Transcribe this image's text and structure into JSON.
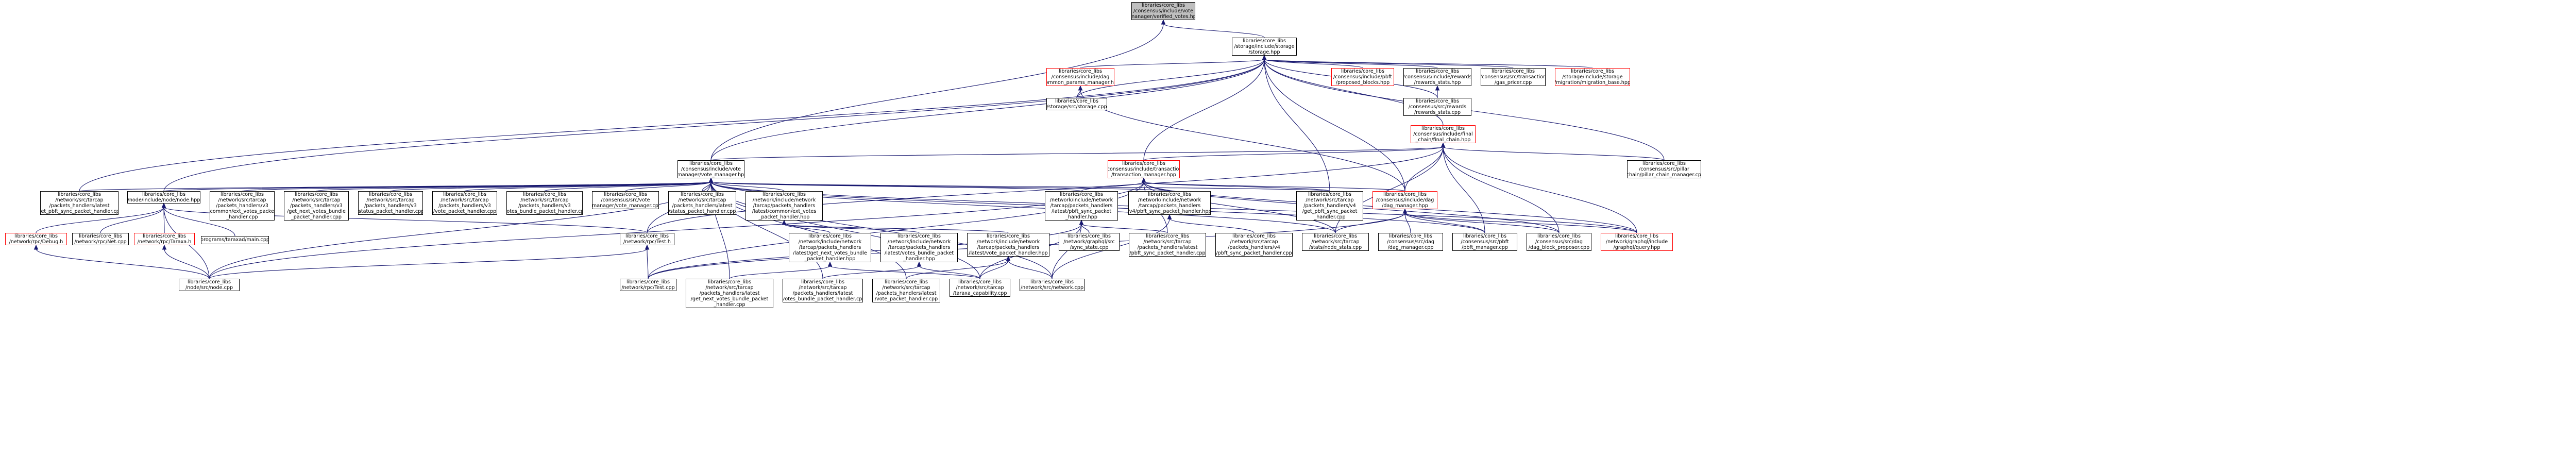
{
  "colors": {
    "edge": "#191970",
    "root_fill": "#bfbfbf",
    "default_border": "#000000",
    "red_border": "#ff0000",
    "gray_border": "#bfbfbf",
    "background": "#ffffff"
  },
  "nodes": [
    {
      "id": "root",
      "style": "root",
      "lines": [
        "libraries/core_libs",
        "/consensus/include/vote",
        "_manager/verified_votes.hpp"
      ]
    },
    {
      "id": "storage_hpp",
      "style": "default",
      "lines": [
        "libraries/core_libs",
        "/storage/include/storage",
        "/storage.hpp"
      ]
    },
    {
      "id": "vote_manager_hpp",
      "style": "default",
      "lines": [
        "libraries/core_libs",
        "/consensus/include/vote",
        "_manager/vote_manager.hpp"
      ]
    },
    {
      "id": "common_params",
      "style": "red",
      "lines": [
        "libraries/core_libs",
        "/consensus/include/dag",
        "/common_params_manager.hpp"
      ]
    },
    {
      "id": "pbft_proposed",
      "style": "red",
      "lines": [
        "libraries/core_libs",
        "/consensus/include/pbft",
        "/proposed_blocks.hpp"
      ]
    },
    {
      "id": "rewards_stats_hpp",
      "style": "default",
      "lines": [
        "libraries/core_libs",
        "/consensus/include/rewards",
        "/rewards_stats.hpp"
      ]
    },
    {
      "id": "gas_pricer",
      "style": "default",
      "lines": [
        "libraries/core_libs",
        "/consensus/src/transaction",
        "/gas_pricer.cpp"
      ]
    },
    {
      "id": "migration_base",
      "style": "red",
      "lines": [
        "libraries/core_libs",
        "/storage/include/storage",
        "/migration/migration_base.hpp"
      ]
    },
    {
      "id": "storage_cpp",
      "style": "default",
      "lines": [
        "libraries/core_libs",
        "/storage/src/storage.cpp"
      ]
    },
    {
      "id": "rewards_stats_cpp",
      "style": "default",
      "lines": [
        "libraries/core_libs",
        "/consensus/src/rewards",
        "/rewards_stats.cpp"
      ]
    },
    {
      "id": "final_chain",
      "style": "red",
      "lines": [
        "libraries/core_libs",
        "/consensus/include/final",
        "_chain/final_chain.hpp"
      ]
    },
    {
      "id": "pillar_chain_manager",
      "style": "default",
      "lines": [
        "libraries/core_libs",
        "/consensus/src/pillar",
        "_chain/pillar_chain_manager.cpp"
      ]
    },
    {
      "id": "transaction_manager",
      "style": "red",
      "lines": [
        "libraries/core_libs",
        "/consensus/include/transaction",
        "/transaction_manager.hpp"
      ]
    },
    {
      "id": "get_pbft_sync_latest",
      "style": "default",
      "lines": [
        "libraries/core_libs",
        "/network/src/tarcap",
        "/packets_handlers/latest",
        "/get_pbft_sync_packet_handler.cpp"
      ]
    },
    {
      "id": "node_hpp",
      "style": "default",
      "lines": [
        "libraries/core_libs",
        "/node/include/node/node.hpp"
      ]
    },
    {
      "id": "v3_common_votes",
      "style": "default",
      "lines": [
        "libraries/core_libs",
        "/network/src/tarcap",
        "/packets_handlers/v3",
        "/common/ext_votes_packet",
        "_handler.cpp"
      ]
    },
    {
      "id": "v3_get_next_votes",
      "style": "default",
      "lines": [
        "libraries/core_libs",
        "/network/src/tarcap",
        "/packets_handlers/v3",
        "/get_next_votes_bundle",
        "_packet_handler.cpp"
      ]
    },
    {
      "id": "v3_status",
      "style": "default",
      "lines": [
        "libraries/core_libs",
        "/network/src/tarcap",
        "/packets_handlers/v3",
        "/status_packet_handler.cpp"
      ]
    },
    {
      "id": "v3_vote",
      "style": "default",
      "lines": [
        "libraries/core_libs",
        "/network/src/tarcap",
        "/packets_handlers/v3",
        "/vote_packet_handler.cpp"
      ]
    },
    {
      "id": "v3_votes_bundle",
      "style": "default",
      "lines": [
        "libraries/core_libs",
        "/network/src/tarcap",
        "/packets_handlers/v3",
        "/votes_bundle_packet_handler.cpp"
      ]
    },
    {
      "id": "vote_manager_cpp",
      "style": "default",
      "lines": [
        "libraries/core_libs",
        "/consensus/src/vote",
        "_manager/vote_manager.cpp"
      ]
    },
    {
      "id": "latest_status",
      "style": "default",
      "lines": [
        "libraries/core_libs",
        "/network/src/tarcap",
        "/packets_handlers/latest",
        "/status_packet_handler.cpp"
      ]
    },
    {
      "id": "ext_votes_hpp",
      "style": "default",
      "lines": [
        "libraries/core_libs",
        "/network/include/network",
        "/tarcap/packets_handlers",
        "/latest/common/ext_votes",
        "_packet_handler.hpp"
      ]
    },
    {
      "id": "pbft_sync_hpp",
      "style": "default",
      "lines": [
        "libraries/core_libs",
        "/network/include/network",
        "/tarcap/packets_handlers",
        "/latest/pbft_sync_packet",
        "_handler.hpp"
      ]
    },
    {
      "id": "v4_pbft_sync_hpp",
      "style": "default",
      "lines": [
        "libraries/core_libs",
        "/network/include/network",
        "/tarcap/packets_handlers",
        "/v4/pbft_sync_packet_handler.hpp"
      ]
    },
    {
      "id": "v4_get_pbft_sync",
      "style": "default",
      "lines": [
        "libraries/core_libs",
        "/network/src/tarcap",
        "/packets_handlers/v4",
        "/get_pbft_sync_packet",
        "_handler.cpp"
      ]
    },
    {
      "id": "dag_manager",
      "style": "red",
      "lines": [
        "libraries/core_libs",
        "/consensus/include/dag",
        "/dag_manager.hpp"
      ]
    },
    {
      "id": "graphql_util",
      "style": "default",
      "lines": [
        "libraries/core_libs",
        "/network/graphql/src",
        "/sync_state.cpp"
      ]
    },
    {
      "id": "debug_h",
      "style": "red",
      "lines": [
        "libraries/core_libs",
        "/network/rpc/Debug.h"
      ]
    },
    {
      "id": "net_cpp",
      "style": "default",
      "lines": [
        "libraries/core_libs",
        "/network/rpc/Net.cpp"
      ]
    },
    {
      "id": "taraxa_h",
      "style": "red",
      "lines": [
        "libraries/core_libs",
        "/network/rpc/Taraxa.h"
      ]
    },
    {
      "id": "taraxad_main",
      "style": "default",
      "lines": [
        "programs/taraxad/main.cpp"
      ]
    },
    {
      "id": "test_h",
      "style": "default",
      "lines": [
        "libraries/core_libs",
        "/network/rpc/Test.h"
      ]
    },
    {
      "id": "get_next_votes_hpp",
      "style": "default",
      "lines": [
        "libraries/core_libs",
        "/network/include/network",
        "/tarcap/packets_handlers",
        "/latest/get_next_votes_bundle",
        "_packet_handler.hpp"
      ]
    },
    {
      "id": "votes_bundle_hpp",
      "style": "default",
      "lines": [
        "libraries/core_libs",
        "/network/include/network",
        "/tarcap/packets_handlers",
        "/latest/votes_bundle_packet",
        "_handler.hpp"
      ]
    },
    {
      "id": "vote_packet_hpp",
      "style": "default",
      "lines": [
        "libraries/core_libs",
        "/network/include/network",
        "/tarcap/packets_handlers",
        "/latest/vote_packet_handler.hpp"
      ]
    },
    {
      "id": "latest_pbft_sync_cpp",
      "style": "default",
      "lines": [
        "libraries/core_libs",
        "/network/src/tarcap",
        "/packets_handlers/latest",
        "/pbft_sync_packet_handler.cpp"
      ]
    },
    {
      "id": "v4_pbft_sync_cpp",
      "style": "default",
      "lines": [
        "libraries/core_libs",
        "/network/src/tarcap",
        "/packets_handlers/v4",
        "/pbft_sync_packet_handler.cpp"
      ]
    },
    {
      "id": "node_stats",
      "style": "default",
      "lines": [
        "libraries/core_libs",
        "/network/src/tarcap",
        "/stats/node_stats.cpp"
      ]
    },
    {
      "id": "dag_manager_cpp",
      "style": "default",
      "lines": [
        "libraries/core_libs",
        "/consensus/src/dag",
        "/dag_manager.cpp"
      ]
    },
    {
      "id": "pbft_manager_cpp",
      "style": "default",
      "lines": [
        "libraries/core_libs",
        "/consensus/src/pbft",
        "/pbft_manager.cpp"
      ]
    },
    {
      "id": "dag_block_proposer",
      "style": "default",
      "lines": [
        "libraries/core_libs",
        "/consensus/src/dag",
        "/dag_block_proposer.cpp"
      ]
    },
    {
      "id": "graphql_query",
      "style": "red",
      "lines": [
        "libraries/core_libs",
        "/network/graphql/include",
        "/graphql/query.hpp"
      ]
    },
    {
      "id": "node_cpp",
      "style": "default",
      "lines": [
        "libraries/core_libs",
        "/node/src/node.cpp"
      ]
    },
    {
      "id": "test_cpp",
      "style": "default",
      "lines": [
        "libraries/core_libs",
        "/network/rpc/Test.cpp"
      ]
    },
    {
      "id": "latest_get_next_votes_cpp",
      "style": "default",
      "lines": [
        "libraries/core_libs",
        "/network/src/tarcap",
        "/packets_handlers/latest",
        "/get_next_votes_bundle_packet",
        "_handler.cpp"
      ]
    },
    {
      "id": "latest_votes_bundle_cpp",
      "style": "default",
      "lines": [
        "libraries/core_libs",
        "/network/src/tarcap",
        "/packets_handlers/latest",
        "/votes_bundle_packet_handler.cpp"
      ]
    },
    {
      "id": "latest_vote_cpp",
      "style": "default",
      "lines": [
        "libraries/core_libs",
        "/network/src/tarcap",
        "/packets_handlers/latest",
        "/vote_packet_handler.cpp"
      ]
    },
    {
      "id": "taraxa_capability",
      "style": "default",
      "lines": [
        "libraries/core_libs",
        "/network/src/tarcap",
        "/taraxa_capability.cpp"
      ]
    },
    {
      "id": "network_cpp",
      "style": "default",
      "lines": [
        "libraries/core_libs",
        "/network/src/network.cpp"
      ]
    }
  ]
}
